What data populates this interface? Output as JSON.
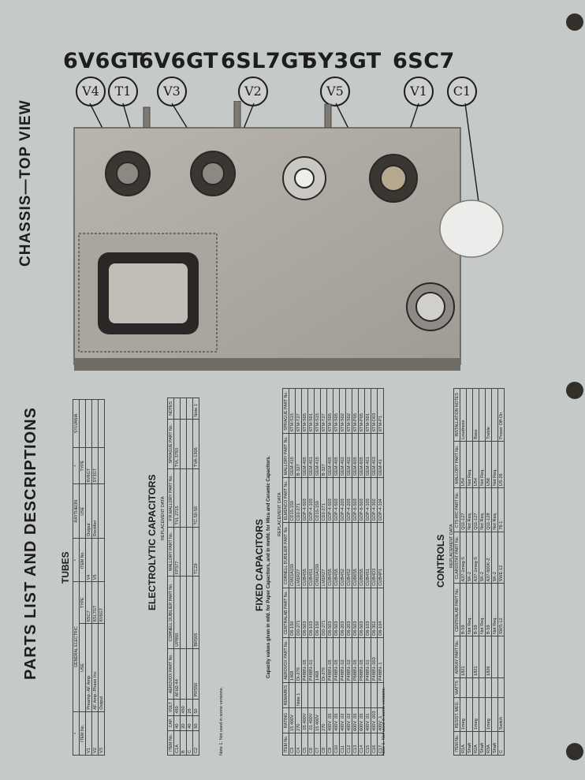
{
  "chassis": {
    "title": "CHASSIS—TOP VIEW",
    "tube_types": [
      "6V6GT",
      "6V6GT",
      "6SL7GT",
      "5Y3GT",
      "6SC7"
    ],
    "refs": [
      "V4",
      "T1",
      "V3",
      "V2",
      "V5",
      "V1",
      "C1"
    ]
  },
  "parts": {
    "title": "PARTS LIST AND DESCRIPTIONS",
    "tubes": {
      "heading": "TUBES",
      "brand_header": [
        "*",
        "GENERAL ELECTRIC",
        "*",
        "RAYTHEON",
        "*",
        "SYLVANIA"
      ],
      "columns": [
        "ITEM No.",
        "USE",
        "TYPE",
        "ITEM No.",
        "USE",
        "TYPE"
      ],
      "rows": [
        [
          "V1",
          "Preamp.-AF Amp.",
          "6SC7",
          "V4",
          "Output",
          "6V6GT"
        ],
        [
          "V2",
          "AF Amp.-Phase Inv.",
          "6SL7GT",
          "V5",
          "Rectifier",
          "5Y3GT"
        ],
        [
          "V3",
          "Output",
          "6V6GT",
          "",
          "",
          ""
        ]
      ]
    },
    "electrolytic": {
      "heading": "ELECTROLYTIC CAPACITORS",
      "replacement": "REPLACEMENT DATA",
      "columns": [
        "ITEM No.",
        "CAP.",
        "VOLT",
        "AEROVOX PART No.",
        "CORNELL DUBILIER PART No.",
        "MALLORY PART No.",
        "P.R.MALLORY PART No.",
        "SPRAGUE PART No.",
        "NOTES"
      ],
      "rows": [
        [
          "C1A",
          "40",
          "450",
          "AFH2-44",
          "UP850",
          "FP377",
          "TVL 2715",
          "TVL 3783",
          ""
        ],
        [
          "B",
          "20",
          "450",
          "",
          "",
          "",
          "",
          "",
          ""
        ],
        [
          "C",
          "40",
          "25",
          "",
          "",
          "",
          "",
          "",
          ""
        ],
        [
          "C2",
          "50",
          "50",
          "PRS50",
          "BR505",
          "TC29",
          "TC-50-50",
          "TVA-1306",
          "Note 1"
        ]
      ],
      "note": "Note 1. Not used in some versions."
    },
    "fixed": {
      "heading": "FIXED CAPACITORS",
      "subheading": "Capacity values given in mfd. for Paper Capacitors, and in mmfd. for Mica and Ceramic Capacitors.",
      "replacement": "REPLACEMENT DATA",
      "columns": [
        "ITEM No.",
        "RATING",
        "REMARKS",
        "AEROVOX PART No.",
        "CENTRALAB PART No.",
        "CORNELL DUBILIER PART No.",
        "ELMENCO PART No.",
        "MALLORY PART No.",
        "SPRAGUE PART No."
      ],
      "rows": [
        [
          "C3",
          "15 400V",
          "",
          "1468",
          "D6-150",
          "CM15A150",
          "CD15-150",
          "GEM-415",
          "6TM-S15"
        ],
        [
          "C4",
          "270",
          "Note 1",
          "DI-270",
          "DD-271",
          "LM1R27",
          "CD2-271",
          "B-327",
          "6TM-T27"
        ],
        [
          "C5",
          ".05 400V",
          "",
          "P488N-.05",
          "D6-503",
          "CUB4S5",
          "GDP-4-503",
          "GEM-405",
          "6TM-S05"
        ],
        [
          "C6",
          ".01 400V",
          "",
          "P488N-.01",
          "D6-103",
          "CUB4S1",
          "GDP-4-103",
          "GEM-401",
          "6TM-S01"
        ],
        [
          "C7",
          "15 400V",
          "",
          "1468",
          "D6-150",
          "CM15A150",
          "CD15-150",
          "GEM-415",
          "6TM-S15"
        ],
        [
          "C8",
          "270",
          "",
          "DI-270",
          "DD-271",
          "LM1R27",
          "CD2-271",
          "B-327",
          "6TM-T27"
        ],
        [
          "C9",
          "400V .05",
          "",
          "P488N-.05",
          "D6-503",
          "CUB4S5",
          "GDP-4-503",
          "GEM-405",
          "6TM-S05"
        ],
        [
          "C10",
          "400V .05",
          "",
          "P488N-.05",
          "D6-503",
          "CUB4S5",
          "GDP-4-503",
          "GEM-405",
          "6TM-S05"
        ],
        [
          "C11",
          "400V .02",
          "",
          "P488N-.02",
          "D6-203",
          "CUB4S2",
          "GDP-4-203",
          "GEM-402",
          "6TM-S02"
        ],
        [
          "C12",
          "400V .02",
          "",
          "P488N-.02",
          "D6-203",
          "CUB4S2",
          "GDP-4-203",
          "GEM-402",
          "6TM-S02"
        ],
        [
          "C13",
          "600V .05",
          "",
          "P688N-.05",
          "D6-503",
          "CUB6S5",
          "GDP-6-503",
          "GEM-605",
          "6TM-P05"
        ],
        [
          "C14",
          "600V .05",
          "",
          "P688N-.05",
          "D6-503",
          "CUB6S5",
          "GDP-6-503",
          "GEM-605",
          "6TM-P05"
        ],
        [
          "C15",
          "400V .01",
          "",
          "P488N-.01",
          "D6-103",
          "CUB4S1",
          "GDP-4-103",
          "GEM-401",
          "6TM-S01"
        ],
        [
          "C16",
          "400V .003",
          "",
          "P488N-.003",
          "D6-302",
          "CUB4D3",
          "GDP-4-302",
          "GEM-403",
          "6TM-D03"
        ],
        [
          "C17",
          "400V .1",
          "",
          "P488N-.1",
          "D6-104",
          "CUB4P1",
          "GDP-4-104",
          "GEM-41",
          "6TM-P1"
        ]
      ],
      "note": "Note 1. Not used in some versions."
    },
    "controls": {
      "heading": "CONTROLS",
      "replacement": "REPLACEMENT DATA",
      "columns": [
        "ITEM No.",
        "RESIST. MEG.",
        "WATTS",
        "AIRKAY PART No.",
        "CENTRALAB PART No.",
        "CLAROSTAT PART No.",
        "CTS-IRC PART No.",
        "MALLORY PART No.",
        "INSTALLATION NOTES"
      ],
      "rows": [
        [
          "R1A",
          "1meg",
          "",
          "1821",
          "B-59",
          "A37-1meg-S",
          "Q11-127",
          "U54",
          "Loudness"
        ],
        [
          "Shaft",
          "",
          "",
          "",
          "Not Req.",
          "SK-2",
          "Not Req.",
          "Not Req.",
          ""
        ],
        [
          "R2A",
          "1meg",
          "",
          "1821",
          "B-59",
          "A37-1meg-S",
          "Q11-127",
          "U54",
          "Bass"
        ],
        [
          "Shaft",
          "",
          "",
          "",
          "Not Req.",
          "SK-2",
          "Not Req.",
          "Not Req.",
          ""
        ],
        [
          "R3A",
          "1meg",
          "",
          "1826",
          "B-59",
          "A37-500K-Z",
          "Q11-128",
          "U56",
          "Treble"
        ],
        [
          "Shaft",
          "",
          "",
          "",
          "Not Req.",
          "SK-2",
          "Not Req.",
          "Not Req.",
          ""
        ],
        [
          "C",
          "Switch",
          "",
          "",
          "SWS-12",
          "SWE-12",
          "76-1",
          "US-26",
          "Power Off-On"
        ]
      ]
    }
  }
}
